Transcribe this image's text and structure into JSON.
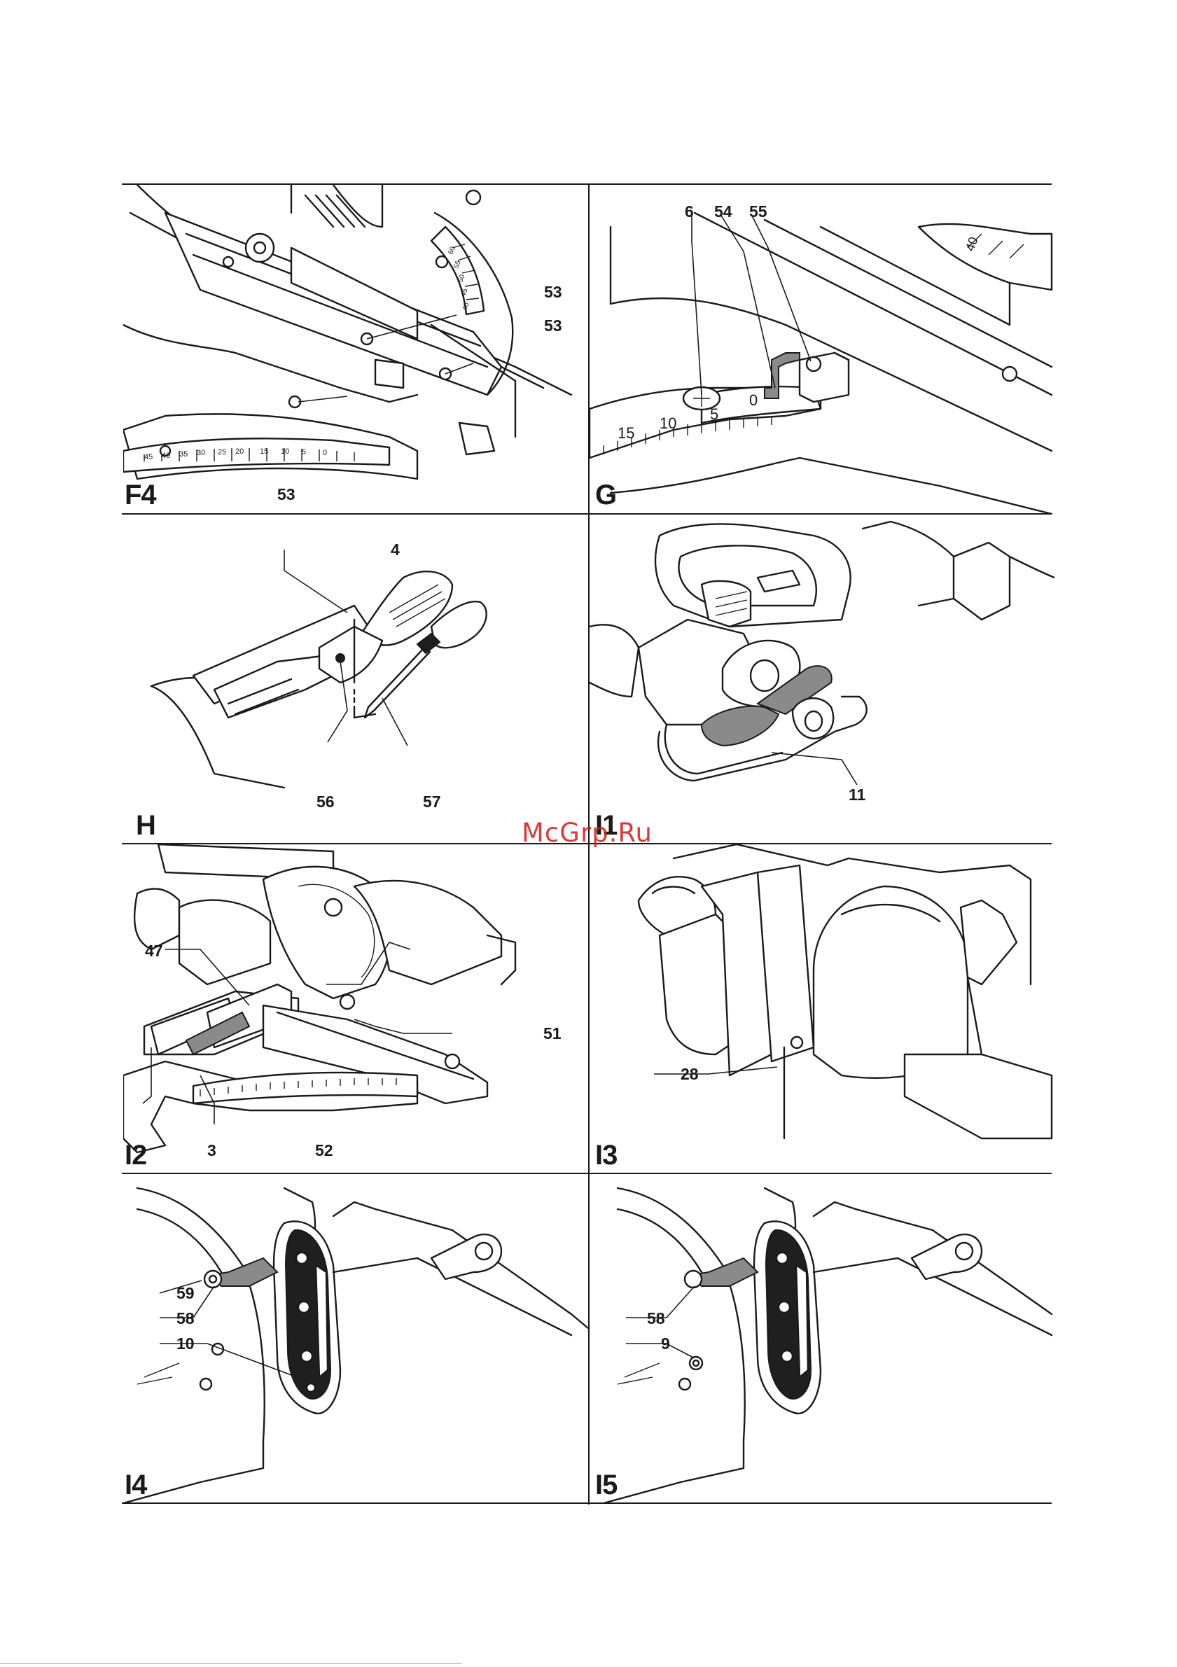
{
  "watermark": "McGrp.Ru",
  "figures": [
    {
      "id": "F4",
      "label": "F4",
      "callouts": [
        "53",
        "53",
        "53"
      ],
      "scale_ticks": [
        "45",
        "40",
        "35",
        "30",
        "25",
        "20",
        "15",
        "10",
        "5",
        "0"
      ],
      "dial_ticks": [
        "60",
        "55",
        "50",
        "45",
        "40"
      ]
    },
    {
      "id": "G",
      "label": "G",
      "callouts": [
        "6",
        "54",
        "55"
      ],
      "scale_ticks": [
        "15",
        "10",
        "5",
        "0"
      ],
      "dial_ticks": [
        "40"
      ]
    },
    {
      "id": "H",
      "label": "H",
      "callouts": [
        "4",
        "56",
        "57"
      ]
    },
    {
      "id": "I1",
      "label": "I1",
      "callouts": [
        "11"
      ]
    },
    {
      "id": "I2",
      "label": "I2",
      "callouts": [
        "47",
        "51",
        "3",
        "52"
      ]
    },
    {
      "id": "I3",
      "label": "I3",
      "callouts": [
        "28"
      ]
    },
    {
      "id": "I4",
      "label": "I4",
      "callouts": [
        "59",
        "58",
        "10"
      ]
    },
    {
      "id": "I5",
      "label": "I5",
      "callouts": [
        "58",
        "9"
      ]
    }
  ]
}
